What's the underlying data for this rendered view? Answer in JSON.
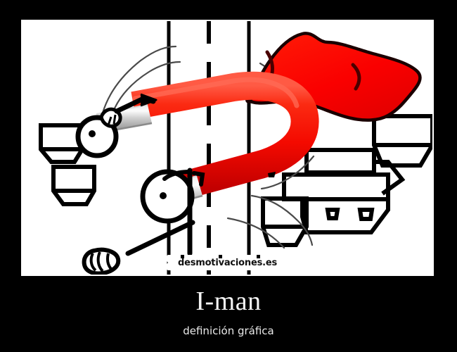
{
  "poster": {
    "background_color": "#000000",
    "frame_border_color": "#ffffff",
    "canvas_color": "#ffffff"
  },
  "caption": {
    "title": "I-man",
    "subtitle": "definición gráfica"
  },
  "watermark": {
    "text": "desmotivaciones.es",
    "style": "ribbon-banner",
    "color": "#ffffff"
  },
  "artwork": {
    "description": "Dibujo de trazo simple: un imán de herradura con capa roja arrastra figuras de palo por una carretera",
    "palette": {
      "red": "#fa0000",
      "red_dark": "#d40000",
      "red_shadow": "#8c0000",
      "silver_light": "#f2f2f2",
      "silver_mid": "#c8c8c8",
      "silver_dark": "#9a9a9a",
      "ink": "#000000",
      "sketch_gray": "#555555",
      "paper": "#ffffff"
    },
    "elements": [
      {
        "name": "road-line-left",
        "kind": "solid-vertical-line"
      },
      {
        "name": "road-line-center",
        "kind": "dashed-vertical-line"
      },
      {
        "name": "road-line-right",
        "kind": "solid-vertical-line"
      },
      {
        "name": "horseshoe-magnet",
        "kind": "magnet",
        "color": "#fa0000"
      },
      {
        "name": "magnet-pole-upper",
        "kind": "silver-pole"
      },
      {
        "name": "magnet-pole-lower",
        "kind": "silver-pole"
      },
      {
        "name": "red-cape",
        "kind": "cape",
        "color": "#fa0000"
      },
      {
        "name": "stick-figure-upper",
        "kind": "stick-figure"
      },
      {
        "name": "stick-figure-lower",
        "kind": "stick-figure"
      },
      {
        "name": "motion-lines",
        "kind": "speed-streaks"
      },
      {
        "name": "building-block-left-upper",
        "kind": "geometric-building"
      },
      {
        "name": "building-block-left-lower",
        "kind": "geometric-building"
      },
      {
        "name": "building-block-right-top",
        "kind": "geometric-building"
      },
      {
        "name": "building-block-right-mid",
        "kind": "geometric-building"
      },
      {
        "name": "building-block-right-low",
        "kind": "geometric-building"
      }
    ]
  }
}
